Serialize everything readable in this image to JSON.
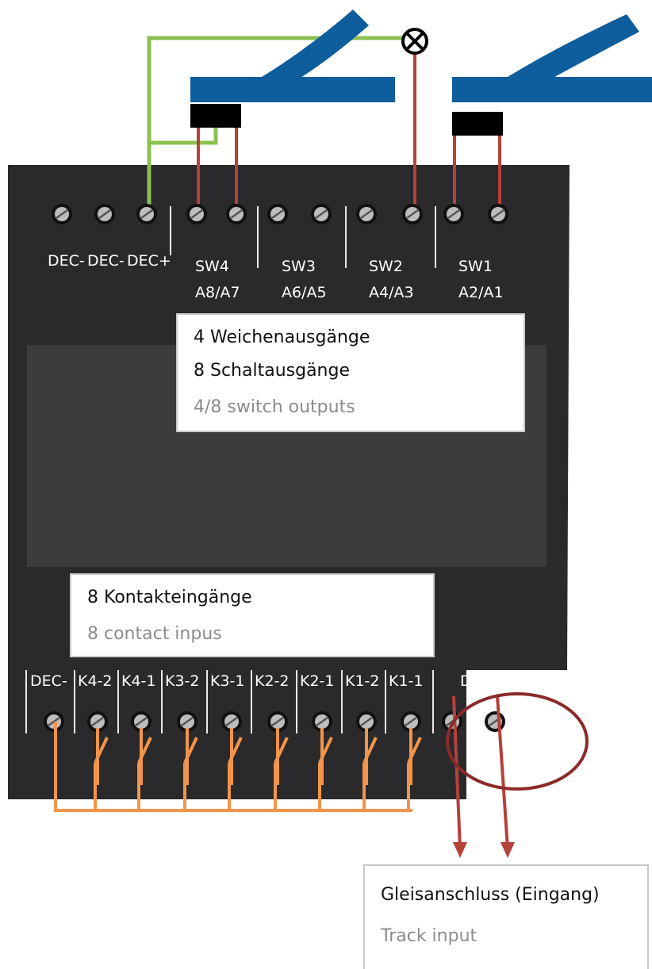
{
  "outputs": {
    "terminals": [
      "DEC-",
      "DEC-",
      "DEC+"
    ],
    "switches": [
      {
        "name": "SW4",
        "address": "A8/A7"
      },
      {
        "name": "SW3",
        "address": "A6/A5"
      },
      {
        "name": "SW2",
        "address": "A4/A3"
      },
      {
        "name": "SW1",
        "address": "A2/A1"
      }
    ]
  },
  "outputs_box": {
    "line1": "4 Weichenausgänge",
    "line2": "8 Schaltausgänge",
    "line3": "4/8 switch outputs"
  },
  "inputs_box": {
    "line1": "8 Kontakteingänge",
    "line2": "8 contact inpus"
  },
  "inputs": {
    "terminals": [
      "DEC-",
      "K4-2",
      "K4-1",
      "K3-2",
      "K3-1",
      "K2-2",
      "K2-1",
      "K1-2",
      "K1-1",
      "DCC"
    ]
  },
  "track_box": {
    "line1": "Gleisanschluss (Eingang)",
    "line2": "Track input"
  },
  "colors": {
    "board": "#2a2a2c",
    "track": "#0e5d9c",
    "red_wire": "#b5413b",
    "green_wire": "#8cc152",
    "orange_wire": "#f2944a",
    "circle": "#8c2a2a"
  }
}
